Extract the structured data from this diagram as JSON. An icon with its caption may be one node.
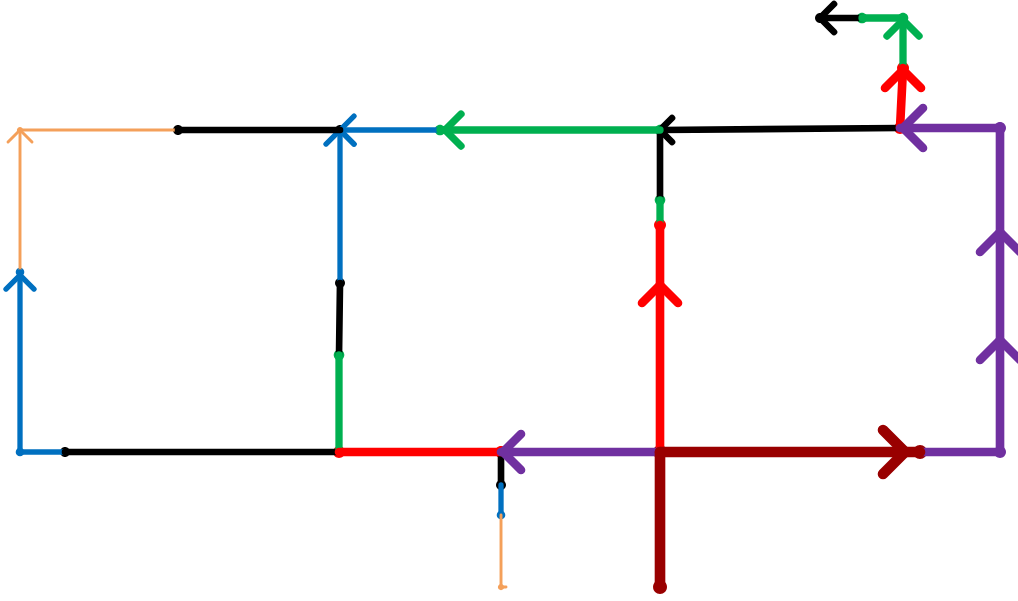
{
  "diagram": {
    "nodes": [
      {
        "text": [],
        "shape": "point"
      },
      {
        "text": [],
        "shape": "point"
      },
      {
        "text": [],
        "shape": "point"
      },
      {
        "text": [],
        "shape": "point"
      },
      {
        "text": [],
        "shape": "point"
      },
      {
        "text": [],
        "shape": "point"
      },
      {
        "text": [],
        "shape": "point"
      },
      {
        "text": [],
        "shape": "point"
      },
      {
        "text": [],
        "shape": "point"
      },
      {
        "text": [],
        "shape": "point"
      },
      {
        "text": [],
        "shape": "point"
      },
      {
        "text": [],
        "shape": "point"
      },
      {
        "text": [],
        "shape": "point"
      },
      {
        "text": [],
        "shape": "point"
      },
      {
        "text": [],
        "shape": "point"
      },
      {
        "text": [],
        "shape": "point"
      },
      {
        "text": [],
        "shape": "point"
      },
      {
        "text": [],
        "shape": "point"
      },
      {
        "text": [],
        "shape": "point"
      },
      {
        "text": [],
        "shape": "point"
      },
      {
        "text": [],
        "shape": "point"
      },
      {
        "text": [],
        "shape": "point"
      },
      {
        "text": [],
        "shape": "point"
      },
      {
        "text": [],
        "shape": "point"
      },
      {
        "text": [],
        "shape": "point"
      },
      {
        "text": [],
        "shape": "point"
      },
      {
        "text": [],
        "shape": "point"
      }
    ],
    "edges": [
      {
        "from": 7,
        "to": 0,
        "arrow": "to",
        "color": "#f4a05a"
      },
      {
        "from": 1,
        "to": 0,
        "arrow": "none",
        "color": "#f4a05a"
      },
      {
        "from": 9,
        "to": 8,
        "arrow": "none",
        "color": "#0070c0"
      },
      {
        "from": 8,
        "to": 7,
        "arrow": "to",
        "color": "#0070c0"
      },
      {
        "from": 11,
        "to": 2,
        "arrow": "to",
        "color": "#0070c0"
      },
      {
        "from": 3,
        "to": 2,
        "arrow": "to",
        "color": "#0070c0"
      },
      {
        "from": 2,
        "to": 1,
        "arrow": "none",
        "color": "#000000"
      },
      {
        "from": 10,
        "to": 9,
        "arrow": "none",
        "color": "#000000"
      },
      {
        "from": 12,
        "to": 11,
        "arrow": "none",
        "color": "#000000"
      },
      {
        "from": 5,
        "to": 4,
        "arrow": "to",
        "color": "#000000"
      },
      {
        "from": 15,
        "to": 4,
        "arrow": "none",
        "color": "#000000"
      },
      {
        "from": 13,
        "to": 19,
        "arrow": "none",
        "color": "#000000"
      },
      {
        "from": 24,
        "to": 23,
        "arrow": "to",
        "color": "#000000"
      },
      {
        "from": 4,
        "to": 3,
        "arrow": "to",
        "color": "#00b050"
      },
      {
        "from": 10,
        "to": 12,
        "arrow": "none",
        "color": "#00b050"
      },
      {
        "from": 16,
        "to": 15,
        "arrow": "none",
        "color": "#00b050"
      },
      {
        "from": 24,
        "to": 25,
        "arrow": "none",
        "color": "#00b050"
      },
      {
        "from": 26,
        "to": 25,
        "arrow": "to",
        "color": "#00b050"
      },
      {
        "from": 10,
        "to": 13,
        "arrow": "none",
        "color": "#ff0000"
      },
      {
        "from": 14,
        "to": 16,
        "arrow": "to",
        "color": "#ff0000"
      },
      {
        "from": 5,
        "to": 26,
        "arrow": "to",
        "color": "#ff0000"
      },
      {
        "from": 14,
        "to": 13,
        "arrow": "to",
        "color": "#7030a0"
      },
      {
        "from": 18,
        "to": 6,
        "arrow": "to",
        "color": "#7030a0"
      },
      {
        "from": 6,
        "to": 5,
        "arrow": "to",
        "color": "#7030a0"
      },
      {
        "from": 17,
        "to": 18,
        "arrow": "none",
        "color": "#7030a0"
      },
      {
        "from": 14,
        "to": 17,
        "arrow": "to",
        "color": "#990000"
      },
      {
        "from": 22,
        "to": 14,
        "arrow": "none",
        "color": "#990000"
      },
      {
        "from": 19,
        "to": 20,
        "arrow": "none",
        "color": "#0070c0"
      },
      {
        "from": 20,
        "to": 21,
        "arrow": "none",
        "color": "#f4a05a"
      }
    ]
  }
}
